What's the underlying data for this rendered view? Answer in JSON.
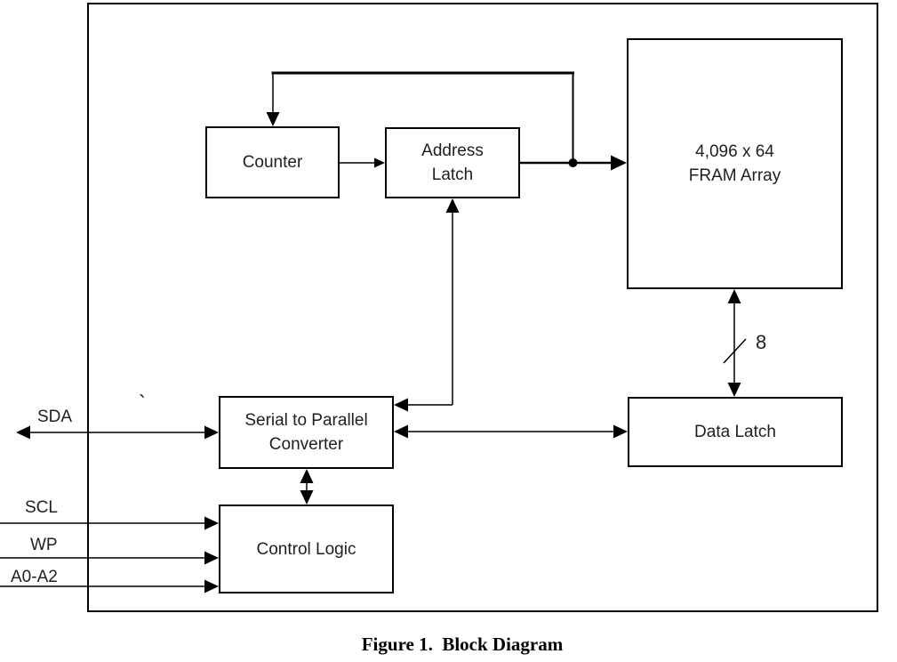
{
  "figure": {
    "caption": "Figure 1.  Block Diagram"
  },
  "blocks": {
    "counter": {
      "lines": [
        "Counter"
      ]
    },
    "address_latch": {
      "lines": [
        "Address",
        "Latch"
      ]
    },
    "fram_array": {
      "lines": [
        "4,096 x 64",
        "FRAM Array"
      ]
    },
    "serial_to_parallel": {
      "lines": [
        "Serial to Parallel",
        "Converter"
      ]
    },
    "data_latch": {
      "lines": [
        "Data Latch"
      ]
    },
    "control_logic": {
      "lines": [
        "Control Logic"
      ]
    }
  },
  "signals": {
    "sda": "SDA",
    "scl": "SCL",
    "wp": "WP",
    "a0_a2": "A0-A2"
  },
  "bus": {
    "width_label": "8"
  },
  "stray_mark": "`",
  "colors": {
    "line": "#000000",
    "background": "#ffffff",
    "text": "#1f1f1f"
  }
}
